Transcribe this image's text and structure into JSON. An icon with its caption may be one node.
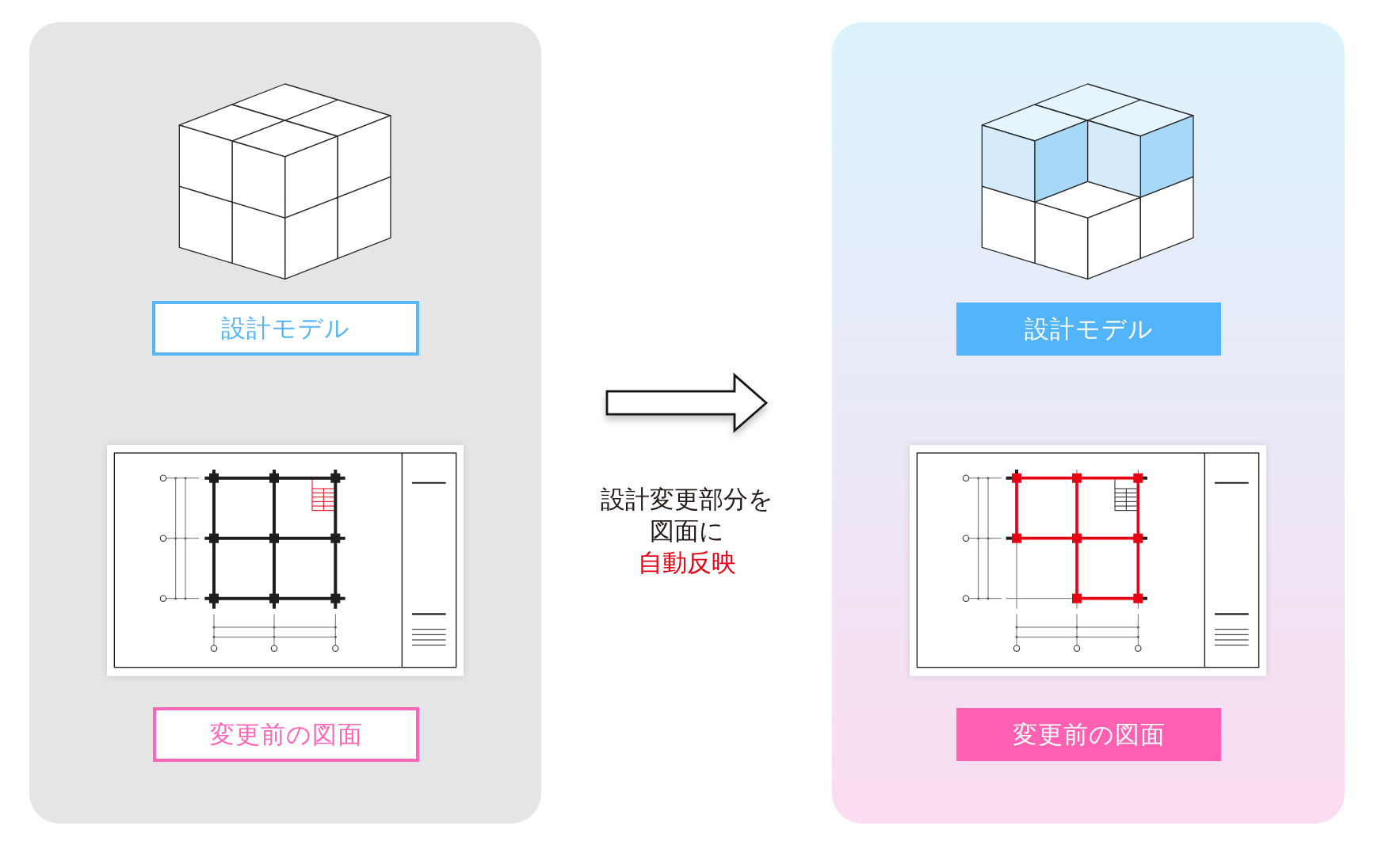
{
  "diagram": {
    "nodes": [
      {
        "text": [],
        "shape": "box"
      },
      {
        "text": [
          "設計モデル"
        ],
        "in": 0
      },
      {
        "text": [
          "変更前の図面"
        ],
        "in": 0
      },
      {
        "text": [],
        "shape": "box"
      },
      {
        "text": [
          "設計モデル"
        ],
        "in": 3
      },
      {
        "text": [
          "変更前の図面"
        ],
        "in": 3
      }
    ],
    "edges": [
      {
        "from": 0,
        "to": 3,
        "arrow": "to"
      }
    ],
    "labels": [
      "設計変更部分を図面に",
      "自動反映"
    ]
  }
}
